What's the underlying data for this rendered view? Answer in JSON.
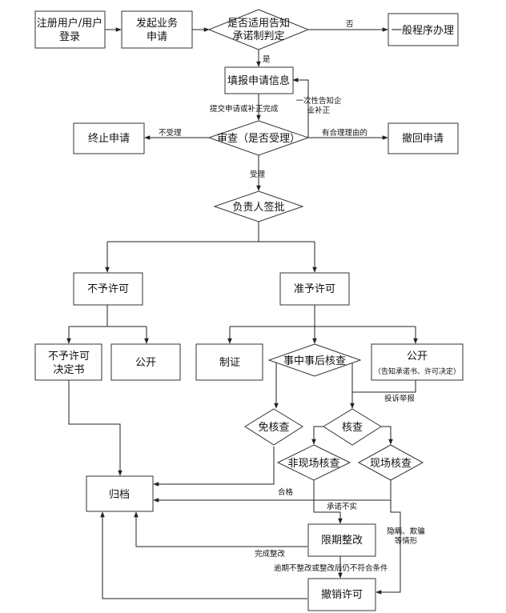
{
  "nodes": {
    "register": {
      "lines": [
        "注册用户/用户",
        "登录"
      ]
    },
    "initiate": {
      "lines": [
        "发起业务",
        "申请"
      ]
    },
    "applicable": {
      "lines": [
        "是否适用告知",
        "承诺制判定"
      ]
    },
    "general": {
      "lines": [
        "一般程序办理"
      ]
    },
    "fill_info": {
      "lines": [
        "填报申请信息"
      ]
    },
    "review": {
      "lines": [
        "审查（是否受理）"
      ]
    },
    "terminate": {
      "lines": [
        "终止申请"
      ]
    },
    "withdraw": {
      "lines": [
        "撤回申请"
      ]
    },
    "approver": {
      "lines": [
        "负责人签批"
      ]
    },
    "deny": {
      "lines": [
        "不予许可"
      ]
    },
    "grant": {
      "lines": [
        "准予许可"
      ]
    },
    "deny_decision": {
      "lines": [
        "不予许可",
        "决定书"
      ]
    },
    "deny_public": {
      "lines": [
        "公开"
      ]
    },
    "certify": {
      "lines": [
        "制证"
      ]
    },
    "post_check": {
      "lines": [
        "事中事后核查"
      ]
    },
    "grant_public": {
      "lines": [
        "公开"
      ],
      "sub": "（告知承诺书、许可决定）"
    },
    "exempt": {
      "lines": [
        "免核查"
      ]
    },
    "verify": {
      "lines": [
        "核查"
      ]
    },
    "offsite": {
      "lines": [
        "非现场核查"
      ]
    },
    "onsite": {
      "lines": [
        "现场核查"
      ]
    },
    "archive": {
      "lines": [
        "归档"
      ]
    },
    "rectify": {
      "lines": [
        "限期整改"
      ]
    },
    "revoke": {
      "lines": [
        "撤销许可"
      ]
    }
  },
  "edge_labels": {
    "no": "否",
    "yes": "是",
    "submit": "提交申请或补正完成",
    "one_time_notice": [
      "一次性告知企",
      "业补正"
    ],
    "not_accepted": "不受理",
    "reasonable": "有合理理由的",
    "accepted": "受理",
    "complaint": "投诉举报",
    "qualified": "合格",
    "not_true": "承诺不实",
    "deception": [
      "隐瞒、欺骗",
      "等情形"
    ],
    "done_rectify": "完成整改",
    "overdue": "逾期不整改或整改后仍不符合条件"
  }
}
